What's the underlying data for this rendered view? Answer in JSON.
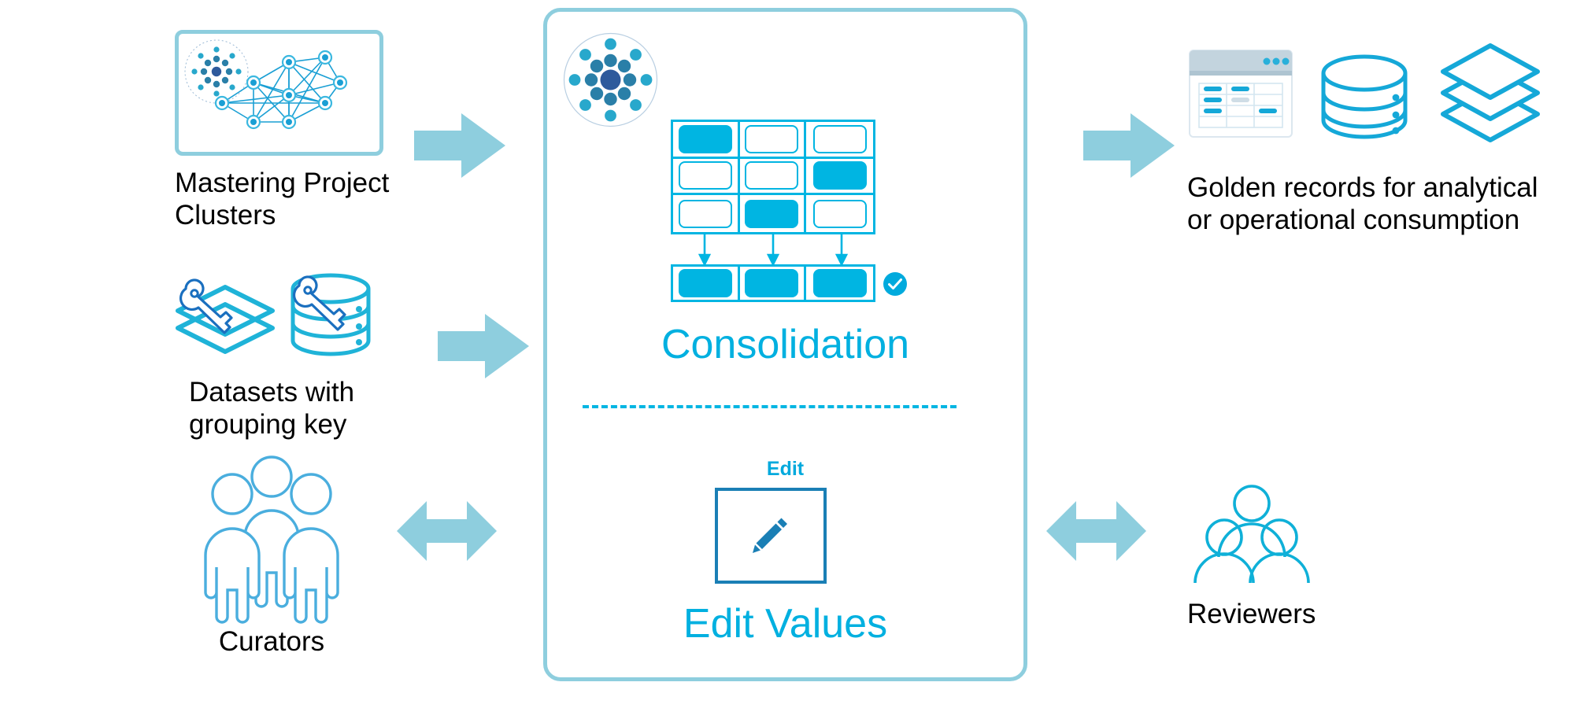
{
  "diagram": {
    "title": "Mastering / Consolidation process flow",
    "colors": {
      "accent_cyan": "#00b5e2",
      "accent_cyan_text": "#00b0e0",
      "arrow_light_blue": "#8ecede",
      "panel_border": "#8ecede",
      "icon_blue": "#1a9fd4",
      "logo_dark": "#2e5a9c",
      "logo_mid": "#2a7fa8",
      "logo_light": "#28a8cc",
      "pencil_blue": "#1a7fb5",
      "text_black": "#000000"
    }
  },
  "left_column": {
    "items": [
      {
        "id": "mastering-project-clusters",
        "label": "Mastering Project\nClusters",
        "icon": "network-cluster-icon",
        "badge_icon": "starburst-logo-icon",
        "arrow": "arrow-right-icon"
      },
      {
        "id": "datasets-with-grouping-key",
        "label": "Datasets with\ngrouping key",
        "icons": [
          "layers-with-key-icon",
          "database-with-key-icon"
        ],
        "arrow": "arrow-right-icon"
      },
      {
        "id": "curators",
        "label": "Curators",
        "icon": "three-people-icon",
        "arrow": "arrow-left-right-icon"
      }
    ]
  },
  "center_panel": {
    "logo_icon": "starburst-logo-icon",
    "sections": [
      {
        "id": "consolidation",
        "title": "Consolidation",
        "grid": {
          "rows": 3,
          "cols": 3,
          "filled_cells": [
            [
              0,
              0
            ],
            [
              1,
              2
            ],
            [
              2,
              1
            ]
          ],
          "cell_states": [
            [
              "filled",
              "empty",
              "empty"
            ],
            [
              "empty",
              "empty",
              "filled"
            ],
            [
              "empty",
              "filled",
              "empty"
            ]
          ]
        },
        "arrows_down": 3,
        "result_row": {
          "cells": [
            "filled",
            "filled",
            "filled"
          ],
          "status_icon": "check-circle-icon"
        }
      },
      {
        "id": "edit-values",
        "small_label": "Edit",
        "title": "Edit Values",
        "icon": "pencil-icon"
      }
    ]
  },
  "right_column": {
    "items": [
      {
        "id": "golden-records",
        "label": "Golden records for analytical\nor operational consumption",
        "icons": [
          "table-window-icon",
          "database-icon",
          "layers-icon"
        ],
        "arrow": "arrow-right-icon"
      },
      {
        "id": "reviewers",
        "label": "Reviewers",
        "icon": "group-people-icon",
        "arrow": "arrow-left-right-icon"
      }
    ]
  }
}
